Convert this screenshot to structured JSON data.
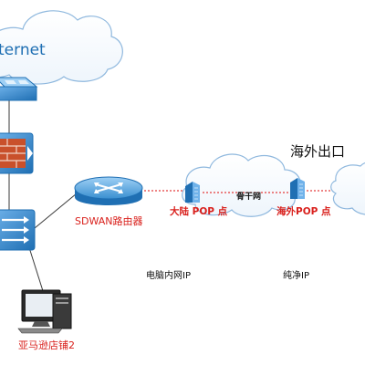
{
  "labels": {
    "internet": "ternet",
    "router": "SDWAN路由器",
    "backbone": "骨干网",
    "pop_mainland": "大陆 POP 点",
    "pop_overseas": "海外POP 点",
    "overseas_exit": "海外出口",
    "pc_ip": "电脑内网IP",
    "pure_ip": "纯净IP",
    "store": "亚马逊店铺2"
  },
  "colors": {
    "device_blue": "#1f7ac2",
    "device_light": "#6fb2ea",
    "label_red": "#d9201c",
    "dotted_link": "#e33a3a",
    "cloud_stroke": "#8fb8de"
  }
}
